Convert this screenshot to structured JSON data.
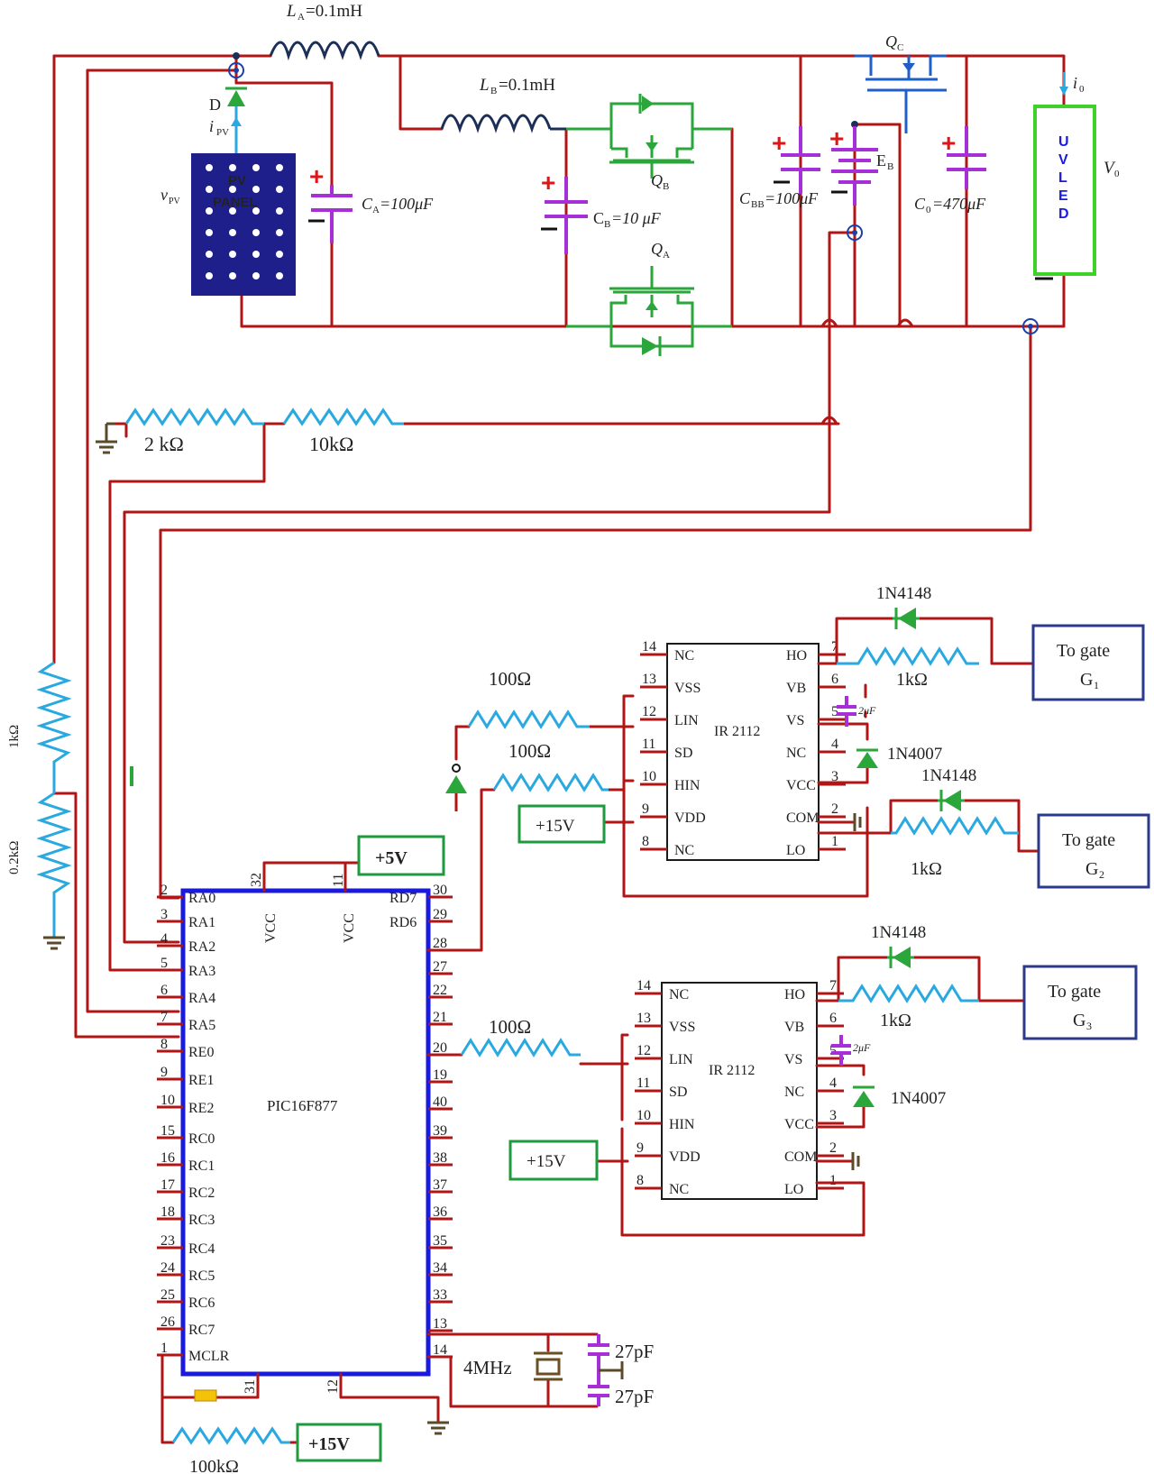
{
  "labels": {
    "la": "L",
    "la_sub": "A",
    "la_val": "=0.1mH",
    "lb": "L",
    "lb_sub": "B",
    "lb_val": "=0.1mH",
    "d": "D",
    "ipv": "i",
    "ipv_sub": "PV",
    "vpv": "v",
    "vpv_sub": "PV",
    "pv_panel_1": "PV",
    "pv_panel_2": "PANEL",
    "ca": "C",
    "ca_sub": "A",
    "ca_val": "=100μF",
    "cb": "C",
    "cb_sub": "B",
    "cb_val": "=10 μF",
    "qa": "Q",
    "qa_sub": "A",
    "qb": "Q",
    "qb_sub": "B",
    "qc": "Q",
    "qc_sub": "C",
    "cbb": "C",
    "cbb_sub": "BB",
    "cbb_val": "=100μF",
    "eb": "E",
    "eb_sub": "B",
    "c0": "C",
    "c0_sub": "0",
    "c0_val": "=470μF",
    "i0": "i",
    "i0_sub": "0",
    "v0": "V",
    "v0_sub": "0",
    "uvled": [
      "U",
      "V",
      "L",
      "E",
      "D"
    ],
    "r_2k": "2 kΩ",
    "r_10k": "10kΩ",
    "r_1k_left": "1kΩ",
    "r_02k": "0.2kΩ",
    "r_100_a": "100Ω",
    "r_100_b": "100Ω",
    "r_100_c": "100Ω",
    "r_100k": "100kΩ",
    "r_1k_g1": "1kΩ",
    "r_1k_g2": "1kΩ",
    "r_1k_g3": "1kΩ",
    "d_1n4148_a": "1N4148",
    "d_1n4148_b": "1N4148",
    "d_1n4148_c": "1N4148",
    "d_1n4007_a": "1N4007",
    "d_1n4007_b": "1N4007",
    "cap_2uf_a": "2μF",
    "cap_2uf_b": "2μF",
    "crystal": "4MHz",
    "c27_a": "27pF",
    "c27_b": "27pF"
  },
  "supplies": {
    "p5v": "+5V",
    "p15v_a": "+15V",
    "p15v_b": "+15V",
    "p15v_c": "+15V"
  },
  "gates": {
    "g1_line1": "To gate",
    "g1_line2": "G",
    "g1_sub": "1",
    "g2_line1": "To gate",
    "g2_line2": "G",
    "g2_sub": "2",
    "g3_line1": "To gate",
    "g3_line2": "G",
    "g3_sub": "3"
  },
  "mcu": {
    "name": "PIC16F877",
    "vcc1": "VCC",
    "vcc2": "VCC",
    "pin32": "32",
    "pin11": "11",
    "pin31": "31",
    "pin12": "12",
    "left_pins": [
      {
        "num": "2",
        "name": "RA0"
      },
      {
        "num": "3",
        "name": "RA1"
      },
      {
        "num": "4",
        "name": "RA2"
      },
      {
        "num": "5",
        "name": "RA3"
      },
      {
        "num": "6",
        "name": "RA4"
      },
      {
        "num": "7",
        "name": "RA5"
      },
      {
        "num": "8",
        "name": "RE0"
      },
      {
        "num": "9",
        "name": "RE1"
      },
      {
        "num": "10",
        "name": "RE2"
      },
      {
        "num": "15",
        "name": "RC0"
      },
      {
        "num": "16",
        "name": "RC1"
      },
      {
        "num": "17",
        "name": "RC2"
      },
      {
        "num": "18",
        "name": "RC3"
      },
      {
        "num": "23",
        "name": "RC4"
      },
      {
        "num": "24",
        "name": "RC5"
      },
      {
        "num": "25",
        "name": "RC6"
      },
      {
        "num": "26",
        "name": "RC7"
      },
      {
        "num": "1",
        "name": "MCLR"
      }
    ],
    "right_pins": [
      {
        "num": "30",
        "name": "RD7"
      },
      {
        "num": "29",
        "name": "RD6"
      },
      {
        "num": "28",
        "name": ""
      },
      {
        "num": "27",
        "name": ""
      },
      {
        "num": "22",
        "name": ""
      },
      {
        "num": "21",
        "name": ""
      },
      {
        "num": "20",
        "name": ""
      },
      {
        "num": "19",
        "name": ""
      },
      {
        "num": "40",
        "name": ""
      },
      {
        "num": "39",
        "name": ""
      },
      {
        "num": "38",
        "name": ""
      },
      {
        "num": "37",
        "name": ""
      },
      {
        "num": "36",
        "name": ""
      },
      {
        "num": "35",
        "name": ""
      },
      {
        "num": "34",
        "name": ""
      },
      {
        "num": "33",
        "name": ""
      },
      {
        "num": "13",
        "name": ""
      },
      {
        "num": "14",
        "name": ""
      }
    ]
  },
  "driver1": {
    "name": "IR 2112",
    "left_pins": [
      {
        "num": "14",
        "name": "NC"
      },
      {
        "num": "13",
        "name": "VSS"
      },
      {
        "num": "12",
        "name": "LIN"
      },
      {
        "num": "11",
        "name": "SD"
      },
      {
        "num": "10",
        "name": "HIN"
      },
      {
        "num": "9",
        "name": "VDD"
      },
      {
        "num": "8",
        "name": "NC"
      }
    ],
    "right_pins": [
      {
        "num": "7",
        "name": "HO"
      },
      {
        "num": "6",
        "name": "VB"
      },
      {
        "num": "5",
        "name": "VS"
      },
      {
        "num": "4",
        "name": "NC"
      },
      {
        "num": "3",
        "name": "VCC"
      },
      {
        "num": "2",
        "name": "COM"
      },
      {
        "num": "1",
        "name": "LO"
      }
    ]
  },
  "driver2": {
    "name": "IR 2112",
    "left_pins": [
      {
        "num": "14",
        "name": "NC"
      },
      {
        "num": "13",
        "name": "VSS"
      },
      {
        "num": "12",
        "name": "LIN"
      },
      {
        "num": "11",
        "name": "SD"
      },
      {
        "num": "10",
        "name": "HIN"
      },
      {
        "num": "9",
        "name": "VDD"
      },
      {
        "num": "8",
        "name": "NC"
      }
    ],
    "right_pins": [
      {
        "num": "7",
        "name": "HO"
      },
      {
        "num": "6",
        "name": "VB"
      },
      {
        "num": "5",
        "name": "VS"
      },
      {
        "num": "4",
        "name": "NC"
      },
      {
        "num": "3",
        "name": "VCC"
      },
      {
        "num": "2",
        "name": "COM"
      },
      {
        "num": "1",
        "name": "LO"
      }
    ]
  },
  "colors": {
    "wire": "#b01616",
    "resistor": "#29a9e0",
    "capacitor": "#a62fd8",
    "switch": "#2aa63a",
    "mcu_border": "#1a1adf",
    "mcu_name": "#e0309a",
    "pv_panel": "#1f1f8c",
    "uvled_border": "#3fd12a",
    "uvled_text": "#1a1adf",
    "supply_border": "#1d9a3d",
    "gate_box_border": "#2b3a8a"
  }
}
